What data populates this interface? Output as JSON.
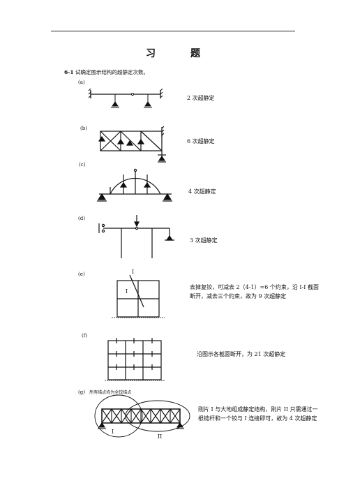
{
  "header": {
    "title": "习　题"
  },
  "problem": {
    "number": "6-1",
    "text": "试确定图示结构的超静定次数。"
  },
  "items": [
    {
      "label": "(a)",
      "answer": "2 次超静定"
    },
    {
      "label": "(b)",
      "answer": "6 次超静定"
    },
    {
      "label": "(c)",
      "answer": "4 次超静定"
    },
    {
      "label": "(d)",
      "answer": "3 次超静定"
    },
    {
      "label": "(e)",
      "answer": "去掉复铰，可减去 2（4-1）=6 个约束，沿 I-I 截面断开，减去三个约束，故为 9 次超静定",
      "markers": [
        "I",
        "I"
      ]
    },
    {
      "label": "(f)",
      "answer": "沿图示各截面断开，为 21 次超静定"
    },
    {
      "label": "(g)",
      "note": "所有结点均为全铰结点",
      "answer": "刚片 I 与大地组成静定结构，刚片 II 只需通过一根链杆和一个铰与 I 连接即可，故为 4 次超静定",
      "markers": [
        "I",
        "II"
      ]
    }
  ]
}
